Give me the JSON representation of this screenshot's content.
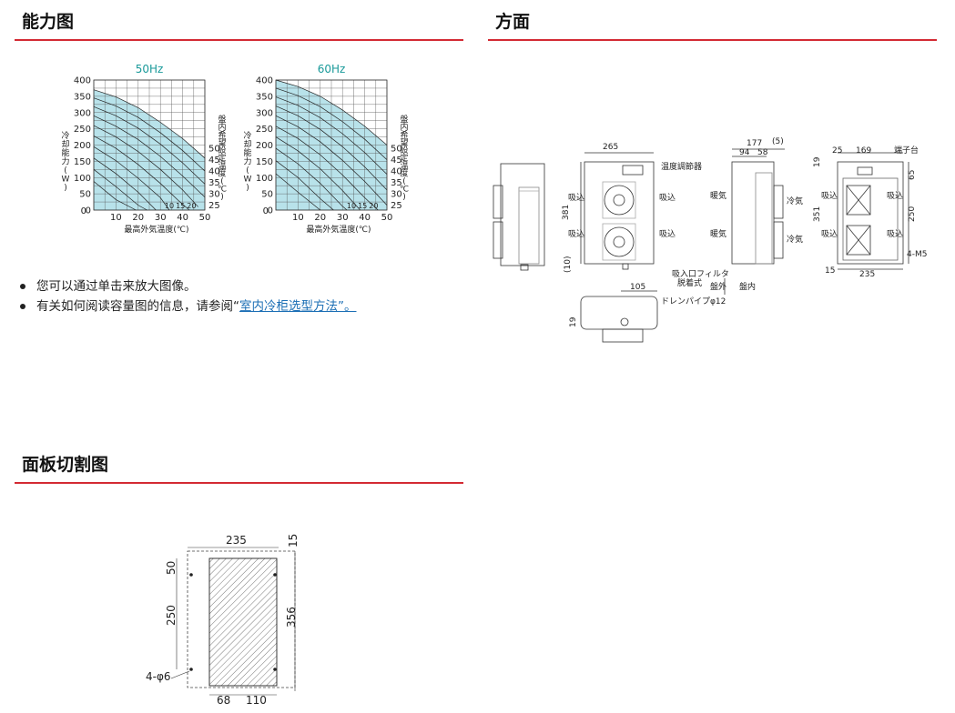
{
  "sections": {
    "capacity_title": "能力图",
    "aspect_title": "方面",
    "panel_title": "面板切割图"
  },
  "bullets": {
    "item1": "您可以通过单击来放大图像。",
    "item2_prefix": "有关如何阅读容量图的信息，请参阅“",
    "item2_link": "室内冷柜选型方法",
    "item2_suffix": "”。"
  },
  "colors": {
    "rule": "#d32a33",
    "hz_label": "#1a9a9a",
    "chart_fill": "#b8e2ea",
    "link": "#1c6fb5"
  },
  "chart_data": [
    {
      "type": "line",
      "title": "50Hz",
      "xlabel": "最高外気温度(℃)",
      "ylabel": "冷却能力(W)",
      "right_label": "盤内希望設定温度(℃)",
      "x_ticks": [
        10,
        20,
        30,
        40,
        50
      ],
      "y_ticks": [
        0,
        50,
        100,
        150,
        200,
        250,
        300,
        350,
        400
      ],
      "xlim": [
        0,
        50
      ],
      "ylim": [
        0,
        400
      ],
      "right_ticks": [
        25,
        30,
        35,
        40,
        45,
        50
      ],
      "inner_ticks": [
        10,
        15,
        20
      ],
      "grid": true,
      "series": [
        {
          "name": "50",
          "x": [
            0,
            10,
            20,
            30,
            40,
            50
          ],
          "y": [
            370,
            348,
            315,
            270,
            220,
            160
          ]
        },
        {
          "name": "45",
          "x": [
            0,
            10,
            20,
            30,
            40,
            50
          ],
          "y": [
            345,
            320,
            285,
            238,
            183,
            120
          ]
        },
        {
          "name": "40",
          "x": [
            0,
            10,
            20,
            30,
            40,
            50
          ],
          "y": [
            318,
            290,
            252,
            203,
            145,
            80
          ]
        },
        {
          "name": "35",
          "x": [
            0,
            10,
            20,
            30,
            40,
            50
          ],
          "y": [
            290,
            258,
            217,
            165,
            105,
            40
          ]
        },
        {
          "name": "30",
          "x": [
            0,
            10,
            20,
            30,
            40,
            47
          ],
          "y": [
            260,
            225,
            180,
            125,
            62,
            10
          ]
        },
        {
          "name": "25",
          "x": [
            0,
            10,
            20,
            30,
            38,
            43
          ],
          "y": [
            228,
            190,
            140,
            82,
            30,
            0
          ]
        },
        {
          "x": [
            0,
            10,
            20,
            30,
            34
          ],
          "y": [
            195,
            152,
            98,
            38,
            0
          ]
        },
        {
          "x": [
            0,
            10,
            20,
            28
          ],
          "y": [
            160,
            112,
            55,
            0
          ]
        },
        {
          "x": [
            0,
            10,
            20,
            24
          ],
          "y": [
            125,
            72,
            15,
            0
          ]
        },
        {
          "x": [
            0,
            10,
            19
          ],
          "y": [
            88,
            32,
            0
          ]
        }
      ]
    },
    {
      "type": "line",
      "title": "60Hz",
      "xlabel": "最高外気温度(℃)",
      "ylabel": "冷却能力(W)",
      "right_label": "盤内希望設定温度(℃)",
      "x_ticks": [
        10,
        20,
        30,
        40,
        50
      ],
      "y_ticks": [
        0,
        50,
        100,
        150,
        200,
        250,
        300,
        350,
        400
      ],
      "xlim": [
        0,
        50
      ],
      "ylim": [
        0,
        400
      ],
      "right_ticks": [
        25,
        30,
        35,
        40,
        45,
        50
      ],
      "inner_ticks": [
        10,
        15,
        20
      ],
      "grid": true,
      "series": [
        {
          "name": "50",
          "x": [
            0,
            10,
            20,
            30,
            40,
            50
          ],
          "y": [
            400,
            380,
            350,
            308,
            258,
            200
          ]
        },
        {
          "name": "45",
          "x": [
            0,
            10,
            20,
            30,
            40,
            50
          ],
          "y": [
            375,
            352,
            318,
            272,
            218,
            155
          ]
        },
        {
          "name": "40",
          "x": [
            0,
            10,
            20,
            30,
            40,
            50
          ],
          "y": [
            348,
            322,
            284,
            235,
            177,
            110
          ]
        },
        {
          "name": "35",
          "x": [
            0,
            10,
            20,
            30,
            40,
            50
          ],
          "y": [
            320,
            290,
            248,
            195,
            133,
            62
          ]
        },
        {
          "name": "30",
          "x": [
            0,
            10,
            20,
            30,
            40,
            50
          ],
          "y": [
            290,
            256,
            210,
            153,
            88,
            15
          ]
        },
        {
          "name": "25",
          "x": [
            0,
            10,
            20,
            30,
            40,
            46
          ],
          "y": [
            258,
            220,
            170,
            108,
            38,
            0
          ]
        },
        {
          "x": [
            0,
            10,
            20,
            30,
            38
          ],
          "y": [
            225,
            182,
            127,
            60,
            0
          ]
        },
        {
          "x": [
            0,
            10,
            20,
            30,
            32
          ],
          "y": [
            190,
            142,
            82,
            12,
            0
          ]
        },
        {
          "x": [
            0,
            10,
            20,
            26
          ],
          "y": [
            152,
            100,
            35,
            0
          ]
        },
        {
          "x": [
            0,
            10,
            20
          ],
          "y": [
            112,
            55,
            0
          ]
        }
      ]
    }
  ],
  "aspect_drawing": {
    "dims": [
      "265",
      "381",
      "(10)",
      "177",
      "(5)",
      "94",
      "58",
      "25",
      "169",
      "19",
      "351",
      "250",
      "65",
      "15",
      "235",
      "105",
      "19"
    ],
    "labels": {
      "thermo": "温度調節器",
      "intake": "吸込",
      "exhaust": "暖気",
      "cool": "冷気",
      "filter1": "吸入口フィルタ",
      "filter2": "脱着式",
      "outside": "盤外",
      "inside": "盤内",
      "terminal": "端子台",
      "m5": "4-M5",
      "drain": "ドレンパイプφ12"
    }
  },
  "panel_cutout": {
    "dims": {
      "top": "235",
      "top_right": "15",
      "left_top": "50",
      "left_mid": "250",
      "right": "356",
      "bottom_left": "68",
      "bottom_right": "110",
      "holes": "4-φ6"
    }
  }
}
